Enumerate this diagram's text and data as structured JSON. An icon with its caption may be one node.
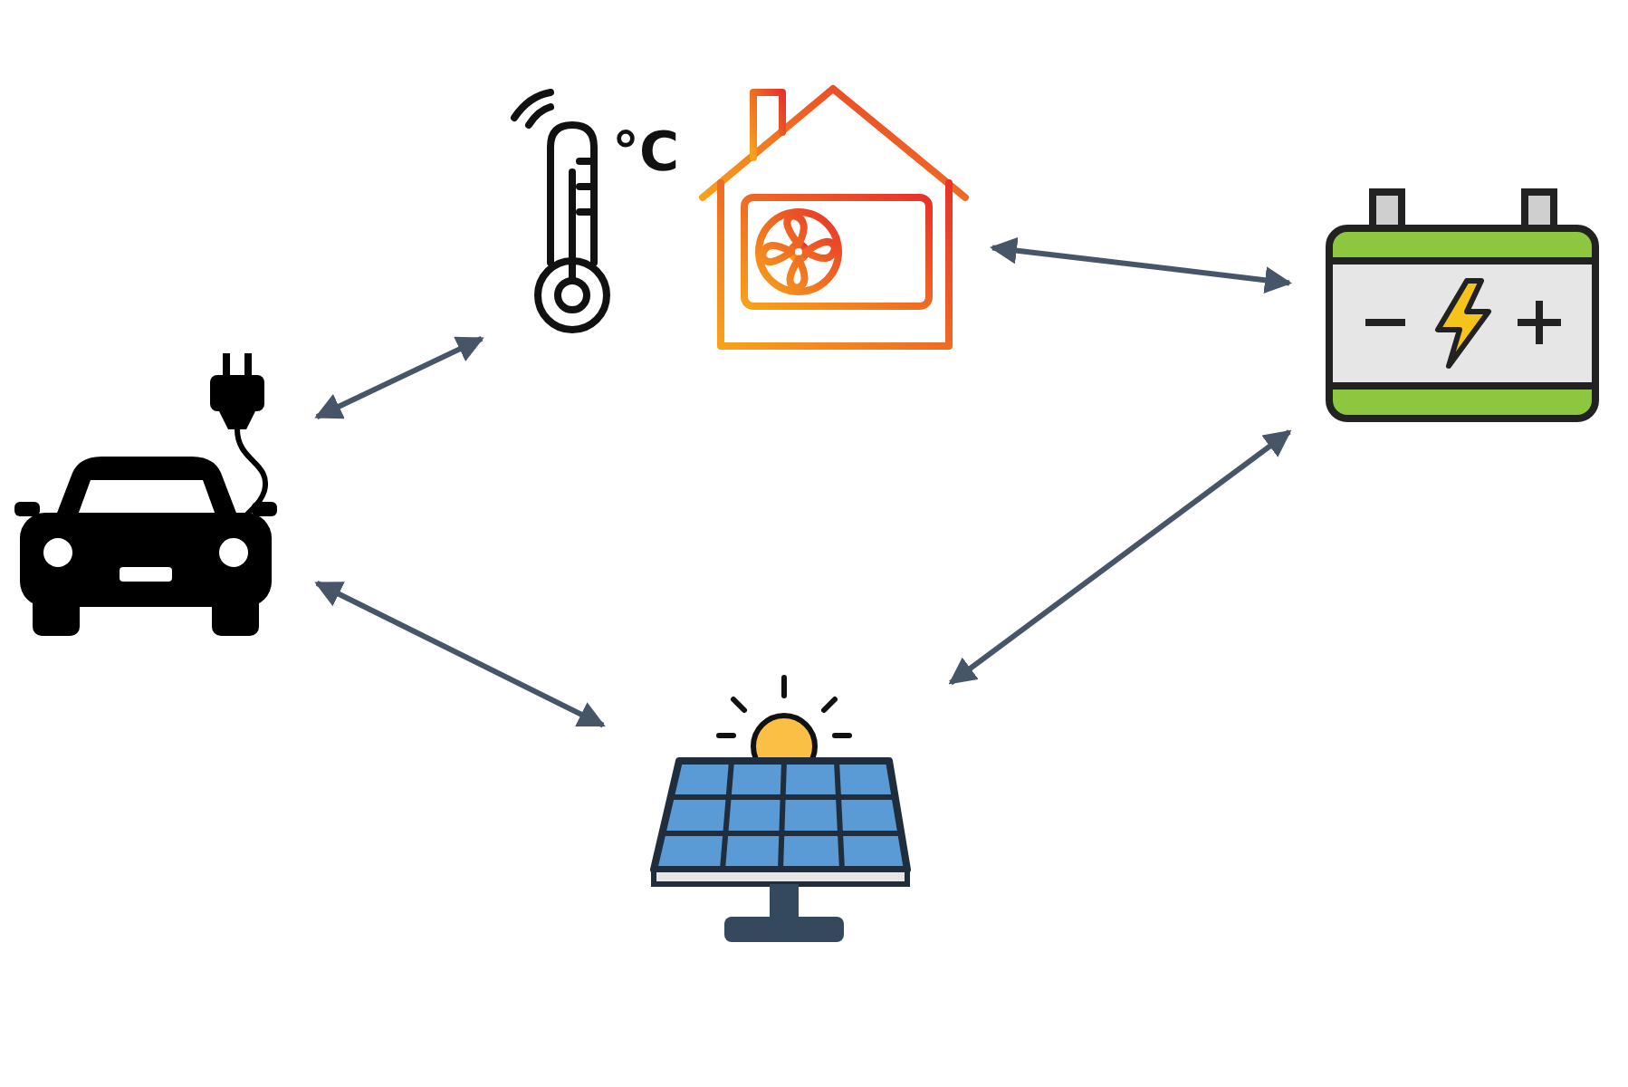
{
  "diagram": {
    "nodes": [
      {
        "text": [],
        "shape": "picture"
      },
      {
        "text": [
          "°C"
        ]
      },
      {
        "text": [],
        "shape": "picture"
      },
      {
        "text": [],
        "shape": "picture"
      }
    ],
    "edges": [
      {
        "from": 0,
        "to": 1,
        "arrow": "both"
      },
      {
        "from": 1,
        "to": 2,
        "arrow": "both"
      },
      {
        "from": 0,
        "to": 3,
        "arrow": "both"
      },
      {
        "from": 3,
        "to": 2,
        "arrow": "both"
      }
    ]
  }
}
